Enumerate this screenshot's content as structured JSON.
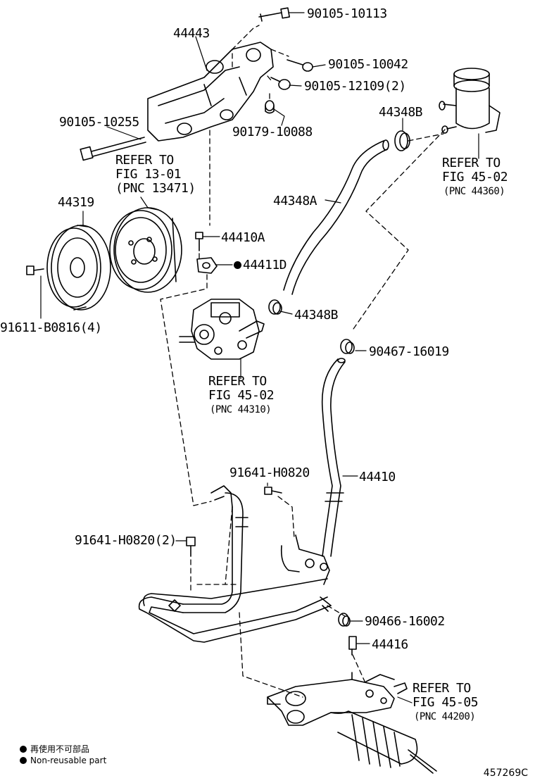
{
  "parts": {
    "p1": "90105-10113",
    "p2": "44443",
    "p3": "90105-10042",
    "p4": "90105-12109(2)",
    "p5": "90105-10255",
    "p6": "90179-10088",
    "p7": "44348B",
    "p8": "REFER TO",
    "p9": "FIG 13-01",
    "p10": "(PNC 13471)",
    "p11": "REFER TO",
    "p12": "FIG 45-02",
    "p13": "(PNC 44360)",
    "p14": "44348A",
    "p15": "44319",
    "p16": "44410A",
    "p17": "44411D",
    "p18": "44348B",
    "p19": "91611-B0816(4)",
    "p20": "90467-16019",
    "p21": "REFER TO",
    "p22": "FIG 45-02",
    "p23": "(PNC 44310)",
    "p24": "91641-H0820",
    "p25": "44410",
    "p26": "91641-H0820(2)",
    "p27": "90466-16002",
    "p28": "44416",
    "p29": "REFER TO",
    "p30": "FIG 45-05",
    "p31": "(PNC 44200)"
  },
  "legend": {
    "line1": "再使用不可部品",
    "line2": "Non-reusable part"
  },
  "figure_id": "457269C"
}
